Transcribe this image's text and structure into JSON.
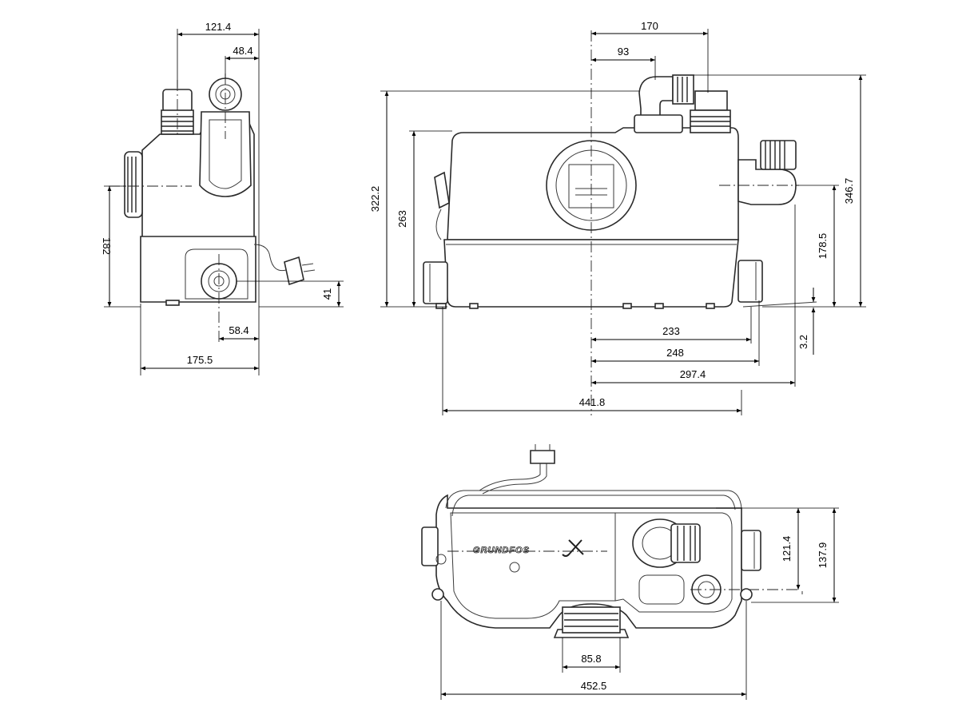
{
  "dimensions": {
    "side": {
      "top_width": "121.4",
      "top_offset": "48.4",
      "height": "182",
      "outlet_height": "41",
      "outlet_offset": "58.4",
      "base_width": "175.5"
    },
    "front": {
      "outlet_offset": "170",
      "center_offset": "93",
      "total_height": "322.2",
      "body_height": "263",
      "side_height": "346.7",
      "inlet_height": "178.5",
      "foot_height": "3.2",
      "dim_233": "233",
      "dim_248": "248",
      "dim_297": "297.4",
      "overall_width": "441.8"
    },
    "top": {
      "depth": "121.4",
      "total_depth": "137.9",
      "inlet_width": "85.8",
      "overall_width": "452.5"
    }
  },
  "brand": {
    "logo_text": "GRUNDFOS"
  }
}
